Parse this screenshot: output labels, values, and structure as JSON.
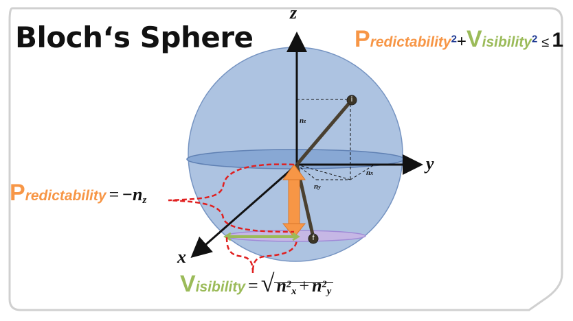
{
  "title": "Bloch‘s Sphere",
  "inequality": {
    "p_initial": "P",
    "p_rest": "redictability",
    "p_exp": "2",
    "plus": "+",
    "v_initial": "V",
    "v_rest": "isibility",
    "v_exp": "2",
    "leq": "≤",
    "one": "1"
  },
  "predictability": {
    "initial": "P",
    "rest": "redictability",
    "equals": "=",
    "expr_var": "−n",
    "expr_sub": "z"
  },
  "visibility": {
    "initial": "V",
    "rest": "isibility",
    "equals": "=",
    "sqrt_symbol": "√",
    "term1_var": "n",
    "term1_sup": "2",
    "term1_sub": "x",
    "plus": "+",
    "term2_var": "n",
    "term2_sup": "2",
    "term2_sub": "y"
  },
  "axes": {
    "z": "z",
    "y": "y",
    "x": "x"
  },
  "components": {
    "nz": "n",
    "nz_sub": "z",
    "nx": "n",
    "nx_sub": "x",
    "ny": "n",
    "ny_sub": "y"
  },
  "states": {
    "initial": "i",
    "final": "f"
  },
  "colors": {
    "sphere": "#9fb8dc",
    "orange": "#f79646",
    "green": "#9bbb59",
    "red_dashed": "#e02020",
    "vector": "#4a4030"
  }
}
